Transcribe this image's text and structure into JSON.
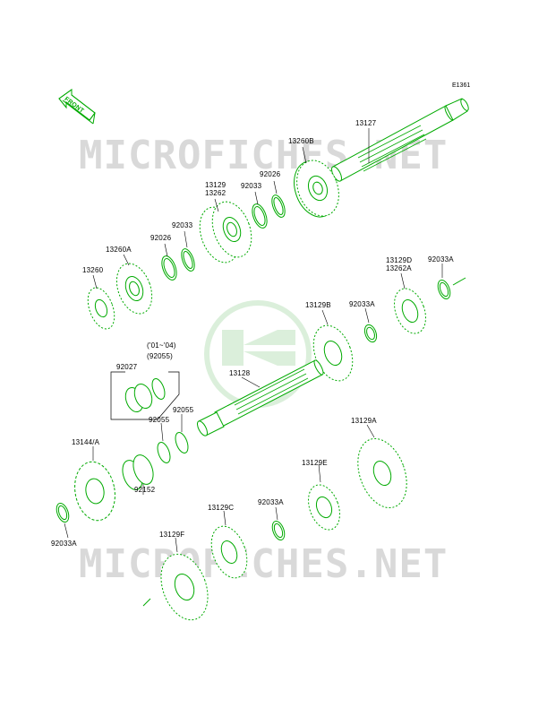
{
  "diagram": {
    "ref_code": "E1361",
    "front_label": "FRONT",
    "watermark_top": "MICROFICHES.NET",
    "watermark_bottom": "MICROFICHES.NET",
    "logo_text": "Kawasaki",
    "colors": {
      "line": "#00aa00",
      "watermark": "#d9d9d9",
      "logo": "#bfe3bf"
    },
    "labels": {
      "p13127": "13127",
      "p13260b": "13260B",
      "p92026_a": "92026",
      "p92033_a": "92033",
      "p13129": "13129",
      "p13262": "13262",
      "p92033_b": "92033",
      "p92026_b": "92026",
      "p13260a": "13260A",
      "p13260": "13260",
      "p13129d": "13129D",
      "p13262a": "13262A",
      "p92033a_a": "92033A",
      "p13129b": "13129B",
      "p92033a_b": "92033A",
      "p_years": "('01~'04)",
      "p92055_paren": "(92055)",
      "p92027": "92027",
      "p13128": "13128",
      "p92055_a": "92055",
      "p92055_b": "92055",
      "p13144": "13144/A",
      "p92152": "92152",
      "p13129a": "13129A",
      "p13129e": "13129E",
      "p92033a_c": "92033A",
      "p13129c": "13129C",
      "p13129f": "13129F",
      "p92033a_d": "92033A"
    }
  }
}
